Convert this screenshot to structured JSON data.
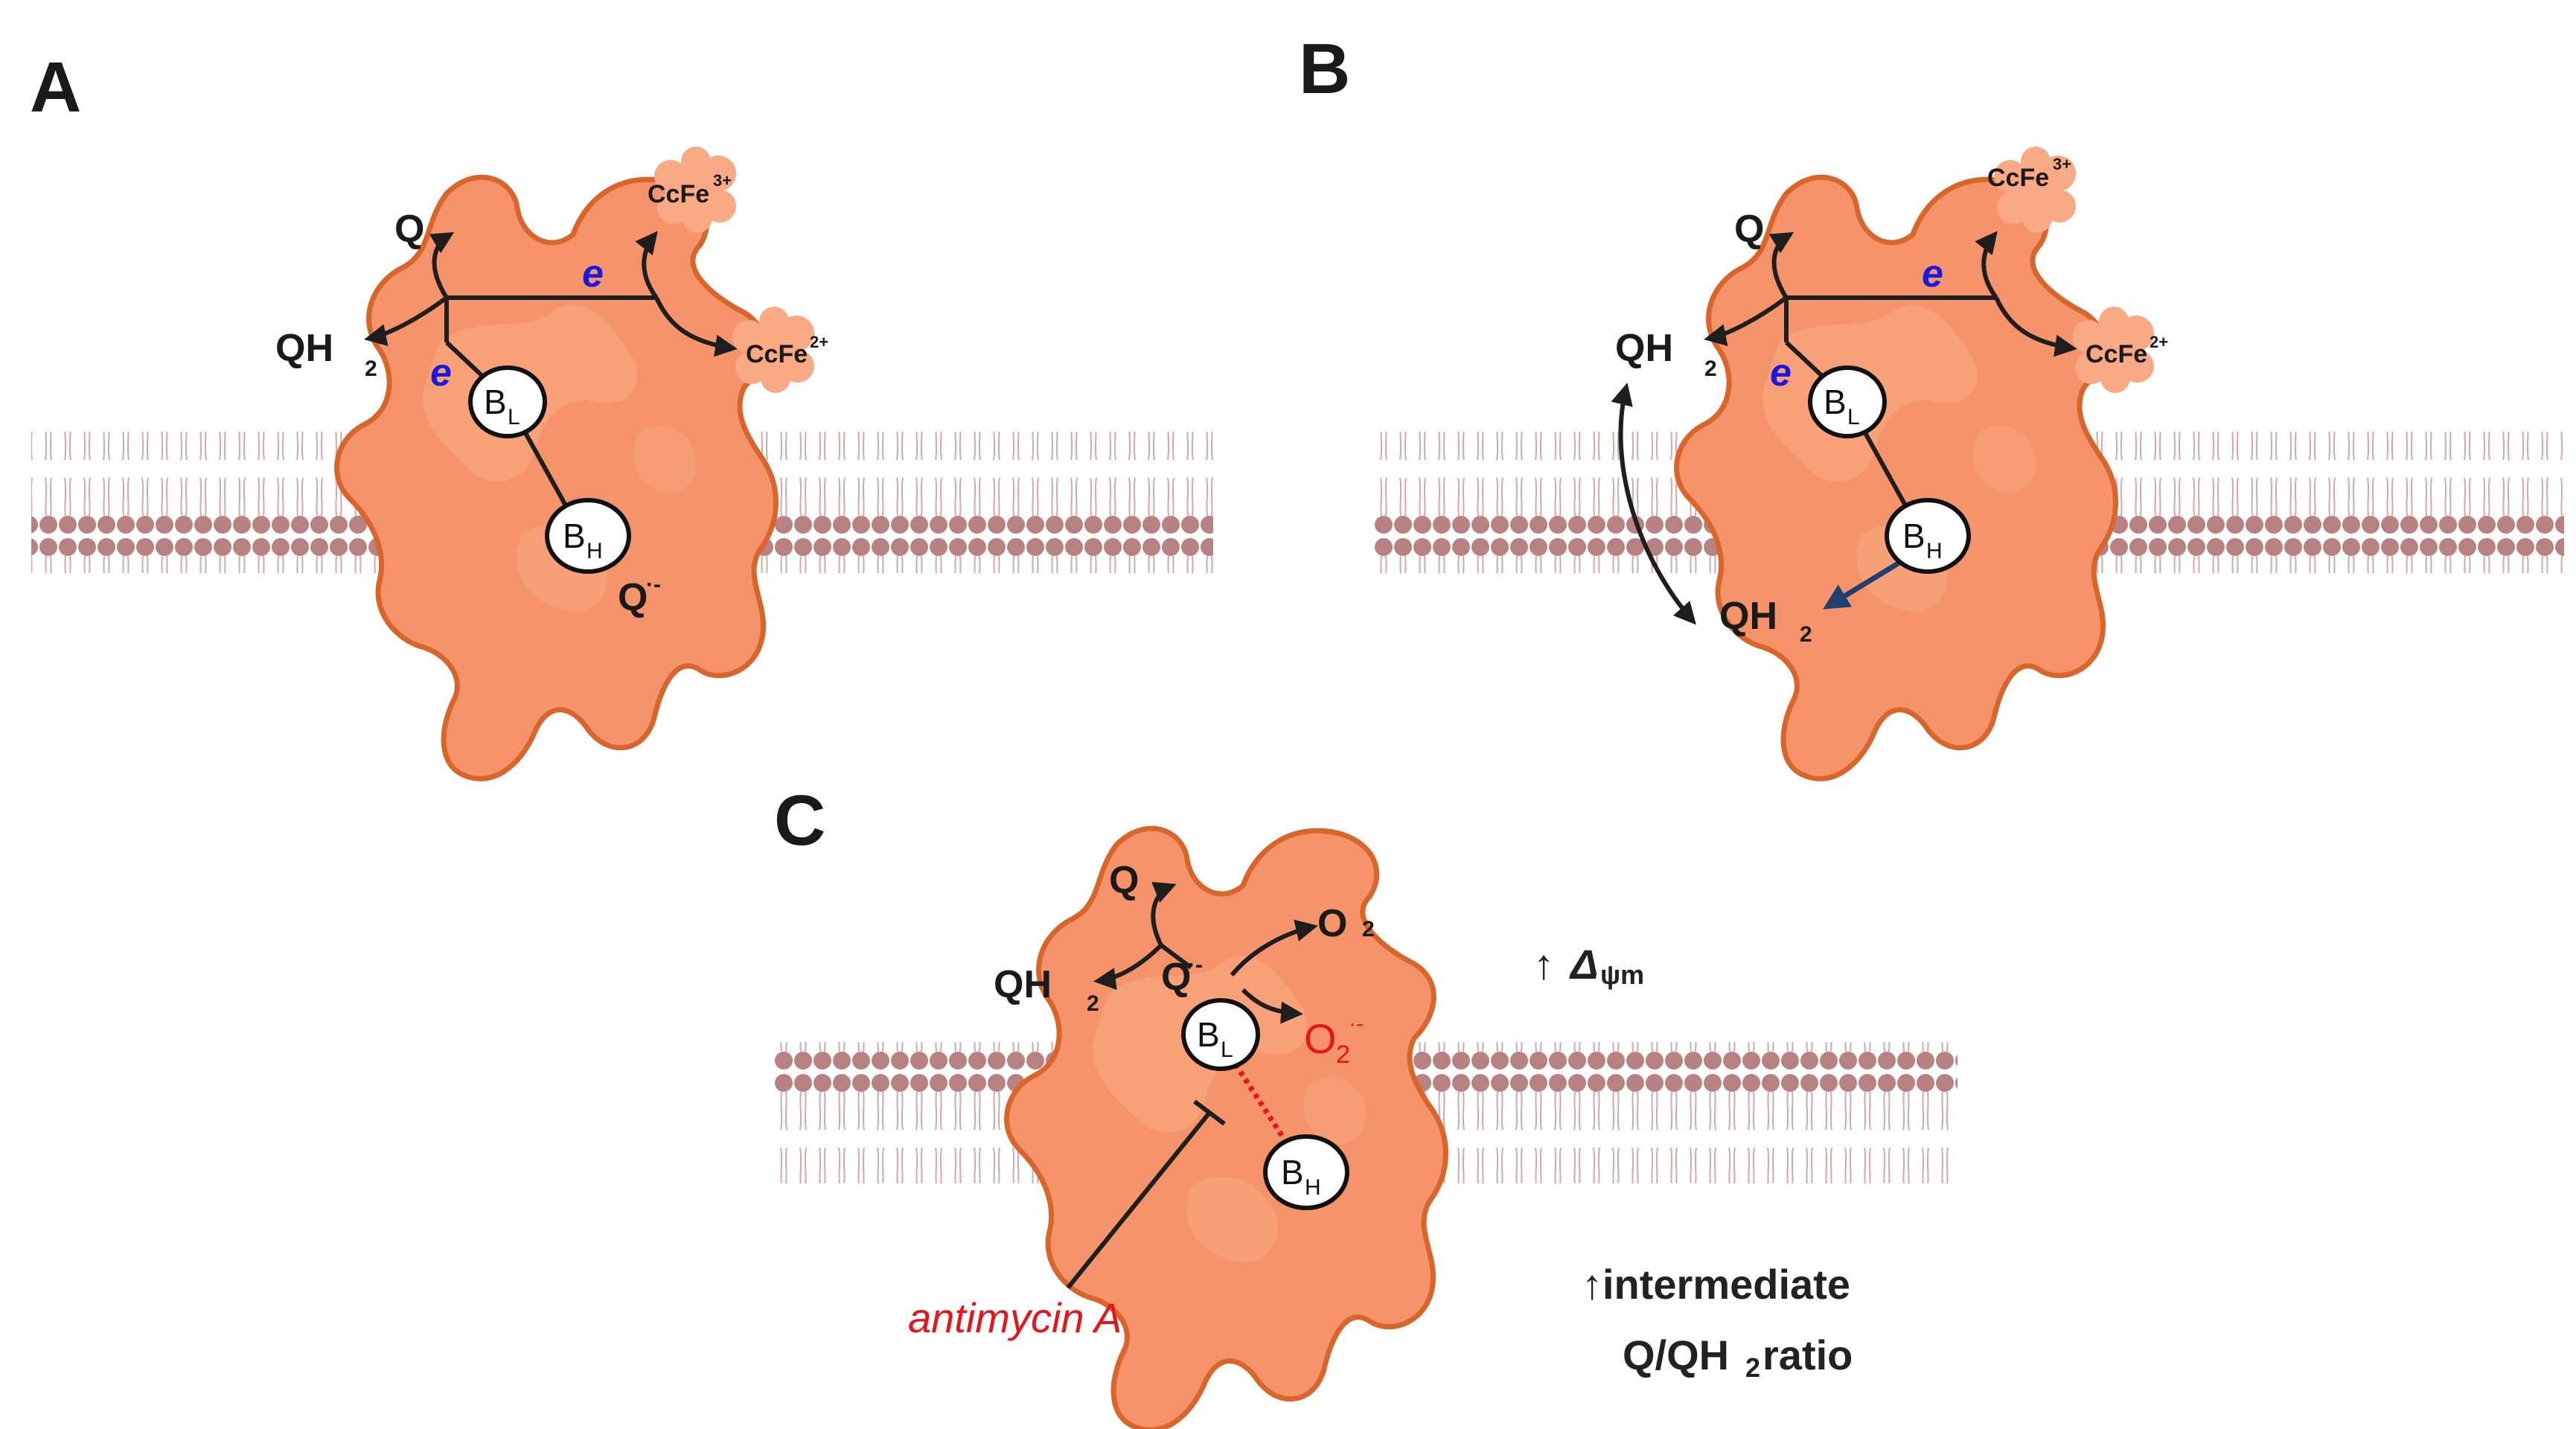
{
  "panels": {
    "a": {
      "letter": "A",
      "q": "Q",
      "qh2": "QH",
      "qh2_sub": "2",
      "e_top": "e",
      "e_left": "e",
      "ccfe3": "CcFe",
      "ccfe3_sup": "3+",
      "ccfe2": "CcFe",
      "ccfe2_sup": "2+",
      "bl": "B",
      "bl_sub": "L",
      "bh": "B",
      "bh_sub": "H",
      "qdot": "Q",
      "qdot_sup": "·-"
    },
    "b": {
      "letter": "B",
      "q": "Q",
      "qh2": "QH",
      "qh2_sub": "2",
      "e_top": "e",
      "e_left": "e",
      "ccfe3": "CcFe",
      "ccfe3_sup": "3+",
      "ccfe2": "CcFe",
      "ccfe2_sup": "2+",
      "bl": "B",
      "bl_sub": "L",
      "bh": "B",
      "bh_sub": "H",
      "qh2_product": "QH",
      "qh2_product_sub": "2"
    },
    "c": {
      "letter": "C",
      "q": "Q",
      "qh2": "QH",
      "qh2_sub": "2",
      "qdot": "Q",
      "qdot_sup": "·-",
      "o2": "O",
      "o2_sub": "2",
      "superoxide": "O",
      "superoxide_sub": "2",
      "superoxide_sup": "·-",
      "bl": "B",
      "bl_sub": "L",
      "bh": "B",
      "bh_sub": "H",
      "inhibitor": "antimycin A",
      "note_potential_arrow": "↑",
      "note_potential": "Δ",
      "note_potential_sub": "ψm",
      "note_ratio_line1": "↑intermediate",
      "note_ratio_line2_a": "Q/QH",
      "note_ratio_line2_sub": "2",
      "note_ratio_line2_b": " ratio"
    }
  },
  "colors": {
    "protein_fill": "#f5946a",
    "protein_light": "#f9a983",
    "protein_outline": "#d9652a",
    "membrane": "#b98282",
    "arrow": "#1e1e1e",
    "electron_label": "#1a1adc",
    "inhibition_red": "#e8141b",
    "reduction_arrow": "#1f3f6e"
  }
}
